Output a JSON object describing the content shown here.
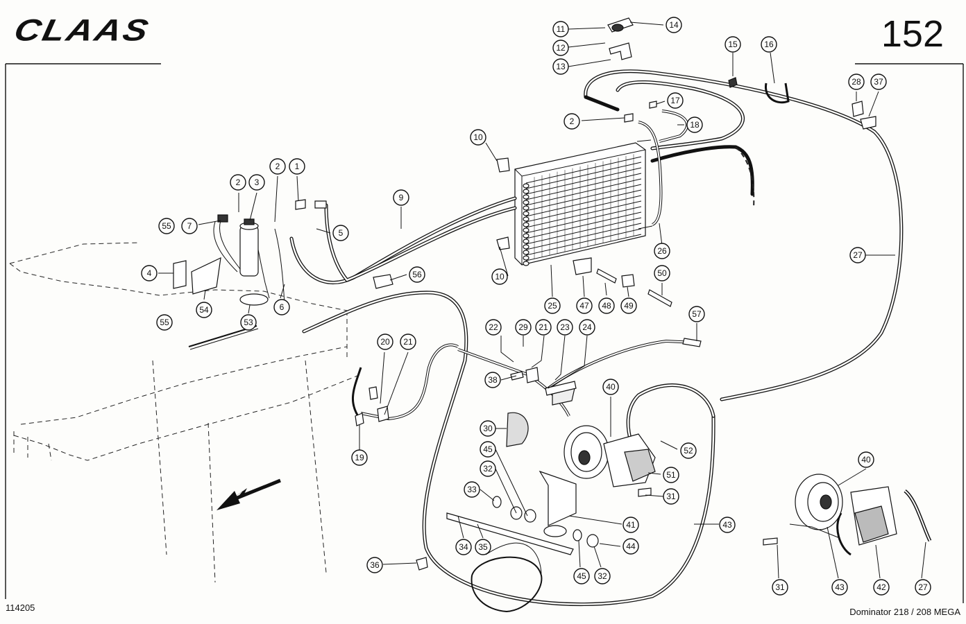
{
  "header": {
    "brand": "CLAAS",
    "page_number": "152"
  },
  "footer": {
    "drawing_number": "114205",
    "model": "Dominator 218 / 208 MEGA"
  },
  "callouts": [
    {
      "id": "c11",
      "label": "11"
    },
    {
      "id": "c12",
      "label": "12"
    },
    {
      "id": "c13",
      "label": "13"
    },
    {
      "id": "c14",
      "label": "14"
    },
    {
      "id": "c15",
      "label": "15"
    },
    {
      "id": "c16",
      "label": "16"
    },
    {
      "id": "c17",
      "label": "17"
    },
    {
      "id": "c18",
      "label": "18"
    },
    {
      "id": "c2a",
      "label": "2"
    },
    {
      "id": "c28",
      "label": "28"
    },
    {
      "id": "c37",
      "label": "37"
    },
    {
      "id": "c10a",
      "label": "10"
    },
    {
      "id": "c10b",
      "label": "10"
    },
    {
      "id": "c2b",
      "label": "2"
    },
    {
      "id": "c3",
      "label": "3"
    },
    {
      "id": "c2c",
      "label": "2"
    },
    {
      "id": "c1",
      "label": "1"
    },
    {
      "id": "c9",
      "label": "9"
    },
    {
      "id": "c55a",
      "label": "55"
    },
    {
      "id": "c7",
      "label": "7"
    },
    {
      "id": "c5",
      "label": "5"
    },
    {
      "id": "c4",
      "label": "4"
    },
    {
      "id": "c54",
      "label": "54"
    },
    {
      "id": "c6",
      "label": "6"
    },
    {
      "id": "c53",
      "label": "53"
    },
    {
      "id": "c55b",
      "label": "55"
    },
    {
      "id": "c56",
      "label": "56"
    },
    {
      "id": "c26",
      "label": "26"
    },
    {
      "id": "c27a",
      "label": "27"
    },
    {
      "id": "c25",
      "label": "25"
    },
    {
      "id": "c47",
      "label": "47"
    },
    {
      "id": "c48",
      "label": "48"
    },
    {
      "id": "c49",
      "label": "49"
    },
    {
      "id": "c50",
      "label": "50"
    },
    {
      "id": "c22",
      "label": "22"
    },
    {
      "id": "c29",
      "label": "29"
    },
    {
      "id": "c21a",
      "label": "21"
    },
    {
      "id": "c23",
      "label": "23"
    },
    {
      "id": "c24",
      "label": "24"
    },
    {
      "id": "c57",
      "label": "57"
    },
    {
      "id": "c20",
      "label": "20"
    },
    {
      "id": "c21b",
      "label": "21"
    },
    {
      "id": "c38",
      "label": "38"
    },
    {
      "id": "c40a",
      "label": "40"
    },
    {
      "id": "c30",
      "label": "30"
    },
    {
      "id": "c52",
      "label": "52"
    },
    {
      "id": "c19",
      "label": "19"
    },
    {
      "id": "c45a",
      "label": "45"
    },
    {
      "id": "c32a",
      "label": "32"
    },
    {
      "id": "c51",
      "label": "51"
    },
    {
      "id": "c33",
      "label": "33"
    },
    {
      "id": "c31a",
      "label": "31"
    },
    {
      "id": "c40b",
      "label": "40"
    },
    {
      "id": "c41",
      "label": "41"
    },
    {
      "id": "c43a",
      "label": "43"
    },
    {
      "id": "c34",
      "label": "34"
    },
    {
      "id": "c35",
      "label": "35"
    },
    {
      "id": "c44",
      "label": "44"
    },
    {
      "id": "c36",
      "label": "36"
    },
    {
      "id": "c45b",
      "label": "45"
    },
    {
      "id": "c32b",
      "label": "32"
    },
    {
      "id": "c31b",
      "label": "31"
    },
    {
      "id": "c43b",
      "label": "43"
    },
    {
      "id": "c42",
      "label": "42"
    },
    {
      "id": "c27b",
      "label": "27"
    }
  ]
}
